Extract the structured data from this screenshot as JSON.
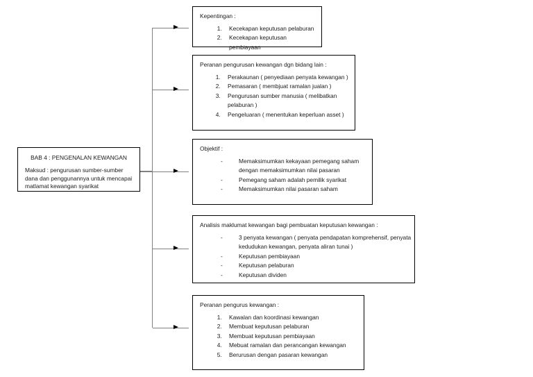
{
  "diagram": {
    "title": "BAB 4 : PENGENALAN KEWANGAN",
    "main_box": {
      "heading": "BAB 4 : PENGENALAN KEWANGAN",
      "body": "Maksud : pengurusan sumber-sumber dana dan penggunannya untuk mencapai matlamat kewangan syarikat"
    },
    "branches": [
      {
        "id": "kepentingan",
        "title": "Kepentingan :",
        "list_type": "numbered",
        "items": [
          "Kecekapan keputusan pelaburan",
          "Kecekapan keputusan pembiayaan"
        ]
      },
      {
        "id": "peranan-pengurusan-kewangan",
        "title": "Peranan pengurusan kewangan dgn bidang lain :",
        "list_type": "numbered",
        "items": [
          "Perakaunan ( penyediaan penyata kewangan )",
          "Pemasaran ( membjuat ramalan jualan )",
          "Pengurusan sumber manusia ( melibatkan pelaburan )",
          "Pengeluaran ( menentukan keperluan asset )"
        ]
      },
      {
        "id": "objektif",
        "title": "Objektif :",
        "list_type": "dash",
        "items": [
          "Memaksimumkan kekayaan pemegang saham dengan memaksimumkan nilai pasaran",
          "Pemegang saham adalah pemilik syarikat",
          "Memaksimumkan nilai pasaran saham"
        ]
      },
      {
        "id": "analisis-maklumat-kewangan",
        "title": "Analisis maklumat kewangan bagi pembuatan keputusan kewangan :",
        "list_type": "dash",
        "items": [
          "3 penyata kewangan ( penyata pendapatan komprehensif, penyata kedudukan kewangan, penyata aliran tunai )",
          "Keputusan pembiayaan",
          "Keputusan pelaburan",
          "Keputusan dividen"
        ]
      },
      {
        "id": "peranan-pengurus-kewangan",
        "title": "Peranan pengurus kewangan :",
        "list_type": "numbered",
        "items": [
          "Kawalan dan koordinasi kewangan",
          "Membuat keputusan pelaburan",
          "Membuat keputusan pembiayaan",
          "Mebuat ramalan dan perancangan kewangan",
          "Berurusan dengan pasaran kewangan"
        ]
      }
    ],
    "colors": {
      "box_border": "#000000",
      "connector": "#808080",
      "arrowhead": "#000000",
      "text": "#1a1a1a",
      "background": "#ffffff"
    }
  }
}
